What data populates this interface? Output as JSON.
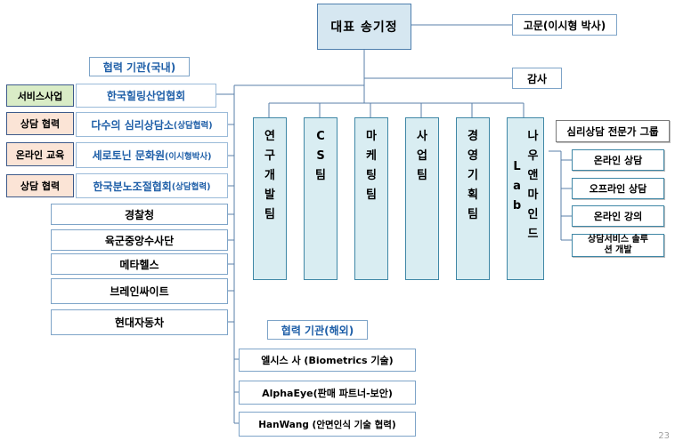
{
  "ceo": "대표  송기정",
  "advisor": "고문(이시형 박사)",
  "audit": "감사",
  "domestic_header": "협력 기관(국내)",
  "overseas_header": "협력 기관(해외)",
  "domestic": [
    {
      "category": "서비스사업",
      "name": "한국힐링산업협회",
      "note": ""
    },
    {
      "category": "상담 협력",
      "name": "다수의 심리상담소",
      "note": "(상담협력)"
    },
    {
      "category": "온라인 교육",
      "name": "세로토닌 문화원",
      "note": "(이시형박사)"
    },
    {
      "category": "상담 협력",
      "name": "한국분노조절협회",
      "note": "(상담협력)"
    }
  ],
  "partners": [
    "경찰청",
    "육군중앙수사단",
    "메타헬스",
    "브레인싸이트",
    "현대자동차"
  ],
  "departments": [
    "연구개발팀",
    "CS팀",
    "마케팅팀",
    "사업팀",
    "경영기획팀",
    "Lab",
    "나우앤마인드"
  ],
  "expert_group": "심리상담 전문가 그룹",
  "lab_items": [
    "온라인 상담",
    "오프라인 상담",
    "온라인 강의",
    "상담서비스 솔루션 개발"
  ],
  "overseas": [
    "엘시스 사 (Biometrics 기술)",
    "AlphaEye(판매 파트너-보안)",
    "HanWang (안면인식 기술 협력)"
  ],
  "page_number": "23"
}
